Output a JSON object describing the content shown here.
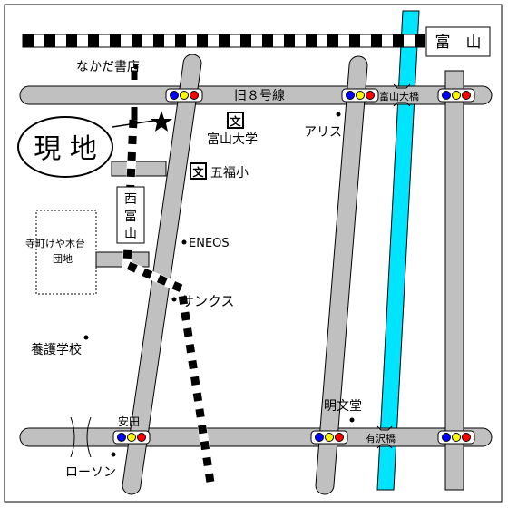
{
  "labels": {
    "toyama": "富　山",
    "nakada_shoten": "なかだ書店",
    "kyu8gosen": "旧８号線",
    "toyama_ohashi": "富山大橋",
    "genchi": "現 地",
    "toyama_daigaku": "富山大学",
    "alice": "アリス",
    "gofuku_sho": "五福小",
    "bun": "文",
    "nishitoyama": [
      "西",
      "富",
      "山"
    ],
    "eneos": "ENEOS",
    "danchi_line1": "寺町けや木台",
    "danchi_line2": "団地",
    "sunkus": "サンクス",
    "yogo_gakko": "養護学校",
    "meibundo": "明文堂",
    "yasuda": "安田",
    "arisawabashi": "有沢橋",
    "lawson": "ローソン"
  },
  "colors": {
    "road": "#c0c0c0",
    "river": "#00e5ff",
    "signal_blue": "#0000ff",
    "signal_yellow": "#ffff00",
    "signal_red": "#ff0000"
  }
}
